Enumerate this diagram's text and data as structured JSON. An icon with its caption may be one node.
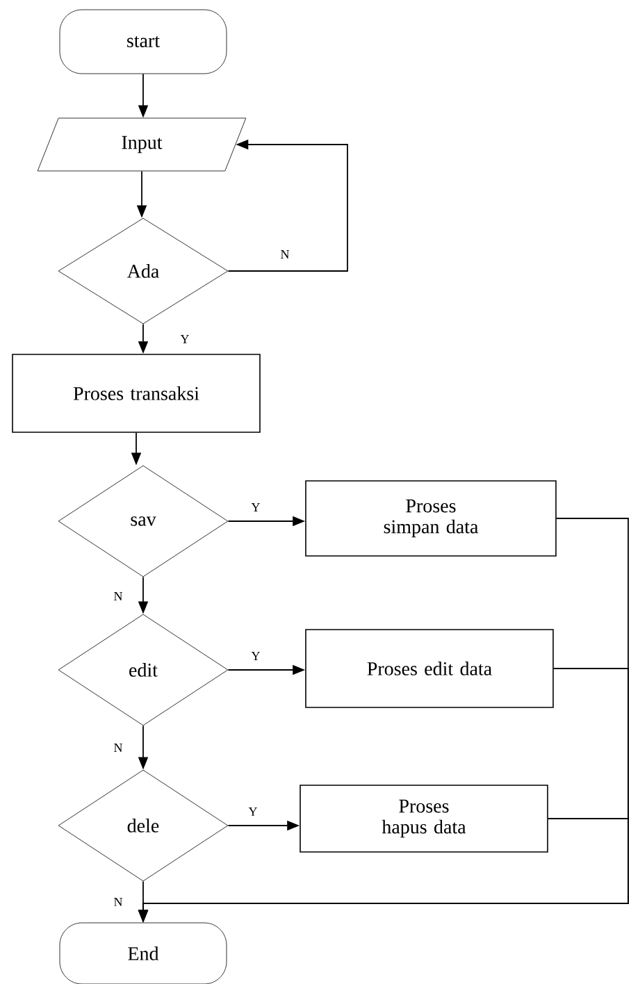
{
  "diagram": {
    "nodes": [
      {
        "text": [
          "start"
        ]
      },
      {
        "text": [
          "Input"
        ]
      },
      {
        "text": [
          "Ada"
        ]
      },
      {
        "text": [
          "Proses transaksi"
        ]
      },
      {
        "text": [
          "sav"
        ]
      },
      {
        "text": [
          "Proses simpan data"
        ]
      },
      {
        "text": [
          "edit"
        ]
      },
      {
        "text": [
          "Proses edit data"
        ]
      },
      {
        "text": [
          "dele"
        ]
      },
      {
        "text": [
          "Proses hapus data"
        ]
      },
      {
        "text": [
          "End"
        ]
      }
    ],
    "edges": [
      {
        "from": 0,
        "to": 1,
        "arrow": "to"
      },
      {
        "from": 1,
        "to": 2,
        "arrow": "to"
      },
      {
        "from": 2,
        "to": 1,
        "arrow": "to",
        "label": "N"
      },
      {
        "from": 2,
        "to": 3,
        "arrow": "to",
        "label": "Y"
      },
      {
        "from": 3,
        "to": 4,
        "arrow": "to"
      },
      {
        "from": 4,
        "to": 5,
        "arrow": "to",
        "label": "Y"
      },
      {
        "from": 4,
        "to": 6,
        "arrow": "to",
        "label": "N"
      },
      {
        "from": 6,
        "to": 7,
        "arrow": "to",
        "label": "Y"
      },
      {
        "from": 6,
        "to": 8,
        "arrow": "to",
        "label": "N"
      },
      {
        "from": 8,
        "to": 9,
        "arrow": "to",
        "label": "Y"
      },
      {
        "from": 8,
        "to": 10,
        "arrow": "to",
        "label": "N"
      },
      {
        "from": 5,
        "to": 10,
        "arrow": "to"
      },
      {
        "from": 7,
        "to": 10,
        "arrow": "to"
      },
      {
        "from": 9,
        "to": 10,
        "arrow": "to"
      }
    ]
  }
}
